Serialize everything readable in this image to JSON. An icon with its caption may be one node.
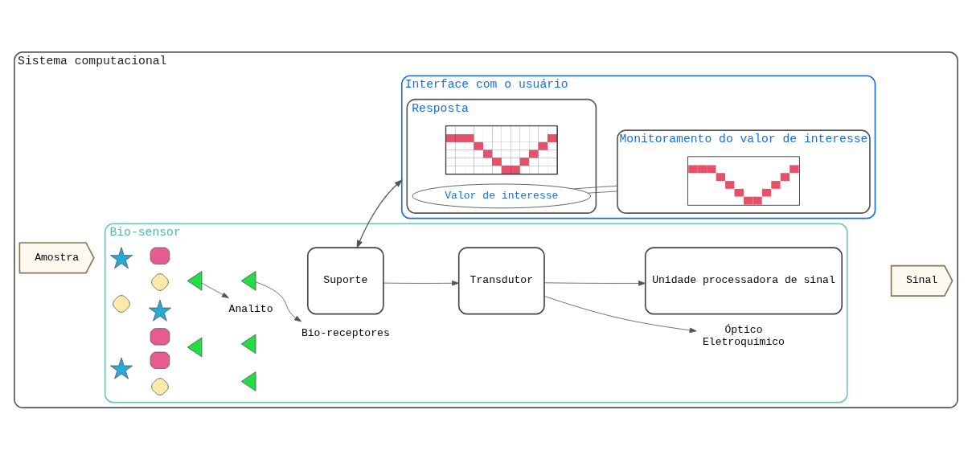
{
  "diagram": {
    "nodes": [
      {
        "text": [
          "Sistema computacional"
        ]
      },
      {
        "text": [
          "Bio-sensor"
        ],
        "in": 0
      },
      {
        "text": [
          "Amostra"
        ],
        "in": 0
      },
      {
        "text": [],
        "shape": "triangle",
        "in": 1
      },
      {
        "text": [
          "Analito"
        ],
        "in": 1
      },
      {
        "text": [
          "Bio-receptores"
        ],
        "in": 1
      },
      {
        "text": [
          "Óptico",
          "Eletroquímico"
        ],
        "in": 1
      },
      {
        "text": [],
        "shape": "star",
        "in": 1
      },
      {
        "text": [],
        "shape": "diamond",
        "in": 1
      },
      {
        "text": [],
        "shape": "box",
        "in": 1
      },
      {
        "text": [],
        "shape": "diamond",
        "in": 1
      },
      {
        "text": [],
        "shape": "star",
        "in": 1
      },
      {
        "text": [],
        "shape": "box",
        "in": 1
      },
      {
        "text": [],
        "shape": "triangle",
        "in": 1
      },
      {
        "text": [],
        "shape": "star",
        "in": 1
      },
      {
        "text": [],
        "shape": "box",
        "in": 1
      },
      {
        "text": [],
        "shape": "diamond",
        "in": 1
      },
      {
        "text": [],
        "shape": "triangle",
        "in": 1
      },
      {
        "text": [],
        "shape": "triangle",
        "in": 1
      },
      {
        "text": [],
        "shape": "triangle",
        "in": 1
      },
      {
        "text": [
          "Suporte"
        ],
        "in": 1
      },
      {
        "text": [
          "Transdutor"
        ],
        "in": 1
      },
      {
        "text": [
          "Unidade processadora de sinal"
        ],
        "in": 1
      },
      {
        "text": [
          "Sinal"
        ],
        "in": 0
      },
      {
        "text": [
          "Interface com o usuário"
        ],
        "in": 0
      },
      {
        "text": [
          "Resposta"
        ],
        "in": 24
      },
      {
        "text": [],
        "shape": "picture",
        "in": 25
      },
      {
        "text": [
          "Valor de interesse"
        ],
        "in": 25
      },
      {
        "text": [
          "Monitoramento do valor de interesse"
        ],
        "in": 24
      },
      {
        "text": [],
        "shape": "picture",
        "in": 28
      }
    ],
    "edges": [
      {
        "from": 3,
        "to": 4,
        "arrow": "to"
      },
      {
        "from": 17,
        "to": 5,
        "arrow": "to"
      },
      {
        "from": 21,
        "to": 6,
        "arrow": "to"
      },
      {
        "from": 20,
        "to": 21,
        "arrow": "to"
      },
      {
        "from": 21,
        "to": 22,
        "arrow": "to"
      },
      {
        "from": 20,
        "to": 24,
        "arrow": "both"
      },
      {
        "from": 27,
        "to": 28,
        "arrow": "none"
      },
      {
        "from": 27,
        "to": 28,
        "arrow": "none"
      }
    ]
  }
}
